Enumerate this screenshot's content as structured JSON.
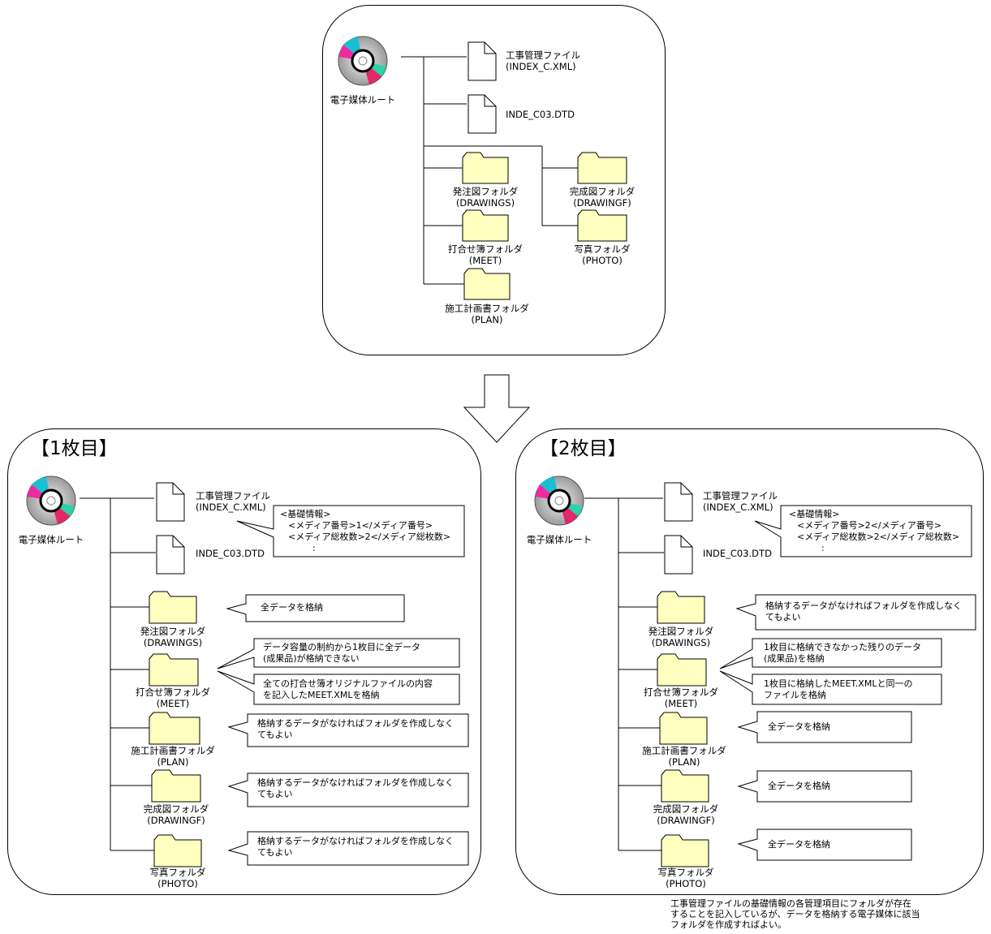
{
  "root_label": "電子媒体ルート",
  "file_index_name": "工事管理ファイル",
  "file_index_sub": "(INDEX_C.XML)",
  "file_dtd_name": "INDE_C03.DTD",
  "folders": {
    "drawings": {
      "name": "発注図フォルダ",
      "sub": "(DRAWINGS)"
    },
    "meet": {
      "name": "打合せ簿フォルダ",
      "sub": "(MEET)"
    },
    "plan": {
      "name": "施工計画書フォルダ",
      "sub": "(PLAN)"
    },
    "drawingf": {
      "name": "完成図フォルダ",
      "sub": "(DRAWINGF)"
    },
    "photo": {
      "name": "写真フォルダ",
      "sub": "(PHOTO)"
    }
  },
  "disc1": {
    "heading": "【1枚目】",
    "info": [
      "<基礎情報>",
      "<メディア番号>1</メディア番号>",
      "<メディア総枚数>2</メディア総枚数>",
      ":"
    ],
    "notes": {
      "drawings": [
        "全データを格納"
      ],
      "meet_a": [
        "データ容量の制約から1枚目に全データ",
        "(成果品)が格納できない"
      ],
      "meet_b": [
        "全ての打合せ簿オリジナルファイルの内容",
        "を記入したMEET.XMLを格納"
      ],
      "plan": [
        "格納するデータがなければフォルダを作成しなく",
        "てもよい"
      ],
      "drawingf": [
        "格納するデータがなければフォルダを作成しなく",
        "てもよい"
      ],
      "photo": [
        "格納するデータがなければフォルダを作成しなく",
        "てもよい"
      ]
    }
  },
  "disc2": {
    "heading": "【2枚目】",
    "info": [
      "<基礎情報>",
      "<メディア番号>2</メディア番号>",
      "<メディア総枚数>2</メディア総枚数>",
      ":"
    ],
    "notes": {
      "drawings": [
        "格納するデータがなければフォルダを作成しなく",
        "てもよい"
      ],
      "meet_a": [
        "1枚目に格納できなかった残りのデータ",
        "(成果品)を格納"
      ],
      "meet_b": [
        "1枚目に格納したMEET.XMLと同一の",
        "ファイルを格納"
      ],
      "plan": [
        "全データを格納"
      ],
      "drawingf": [
        "全データを格納"
      ],
      "photo": [
        "全データを格納"
      ]
    }
  },
  "footnote": [
    "工事管理ファイルの基礎情報の各管理項目にフォルダが存在",
    "することを記入しているが、データを格納する電子媒体に該当",
    "フォルダを作成すればよい。"
  ]
}
